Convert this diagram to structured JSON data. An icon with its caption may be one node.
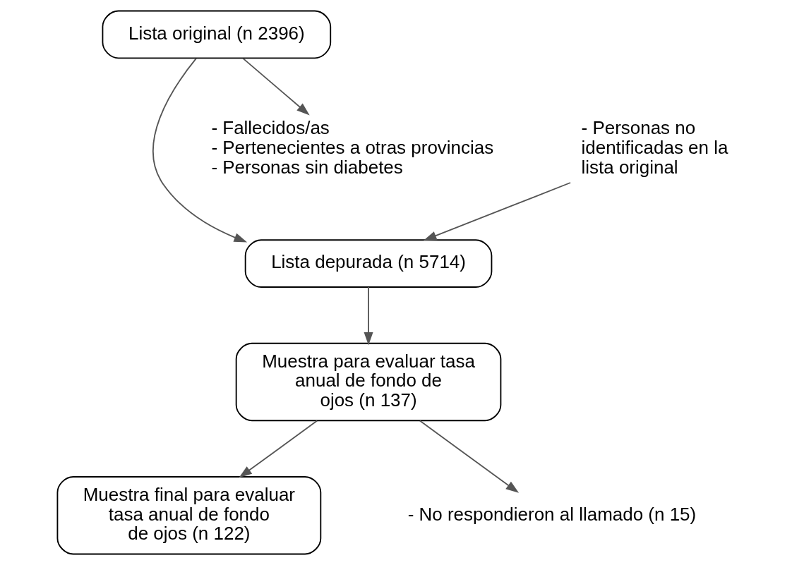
{
  "diagram": {
    "nodes": [
      {
        "text": [
          "Lista original (n 2396)"
        ]
      },
      {
        "text": [
          "Lista depurada (n 5714)"
        ]
      },
      {
        "text": [
          "Muestra para evaluar tasa anual de fondo de ojos (n 137)"
        ]
      },
      {
        "text": [
          "Muestra final para evaluar tasa anual de fondo de ojos (n 122)"
        ]
      },
      {
        "text": [
          "- Fallecidos/as",
          "- Pertenecientes a otras provincias",
          "- Personas sin diabetes"
        ]
      },
      {
        "text": [
          "- Personas no identificadas en la lista original"
        ]
      },
      {
        "text": [
          "- No respondieron al llamado (n 15)"
        ]
      }
    ],
    "edges": [
      {
        "from": 0,
        "to": 1,
        "arrow": "to"
      },
      {
        "from": 0,
        "to": 4,
        "arrow": "to"
      },
      {
        "from": 5,
        "to": 1,
        "arrow": "to"
      },
      {
        "from": 1,
        "to": 2,
        "arrow": "to"
      },
      {
        "from": 2,
        "to": 3,
        "arrow": "to"
      },
      {
        "from": 2,
        "to": 6,
        "arrow": "to"
      }
    ]
  }
}
